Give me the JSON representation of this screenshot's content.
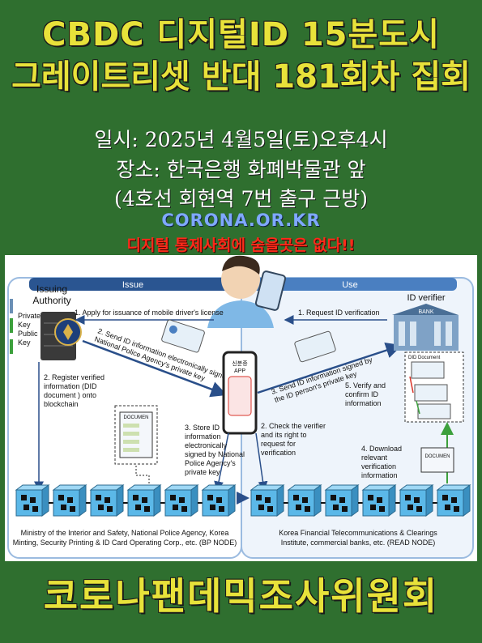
{
  "header": {
    "title_line1": "CBDC 디지털ID 15분도시",
    "title_line2": "그레이트리셋 반대 181회차 집회"
  },
  "event": {
    "date": "일시: 2025년 4월5일(토)오후4시",
    "place": "장소: 한국은행 화폐박물관 앞",
    "directions": "(4호선 회현역 7번 출구 근방)"
  },
  "site": "CORONA.OR.KR",
  "slogan": "디지털 통제사회에 숨을곳은 없다!!",
  "footer_title": "코로나팬데믹조사위원회",
  "diagram": {
    "issue_label": "Issue",
    "use_label": "Use",
    "issuing_authority": [
      "Issuing",
      "Authority"
    ],
    "private_key": [
      "Private",
      "Key"
    ],
    "public_key": [
      "Public",
      "Key"
    ],
    "id_verifier": "ID verifier",
    "bank_label": "BANK",
    "did_document_small": "DID Document",
    "documen_label": "DOCUMEN",
    "phone_label": [
      "신분증",
      "APP"
    ],
    "step1": "1. Apply for issuance of mobile driver's license",
    "step2": [
      "2. Send ID information electronically signed by",
      "National Police Agency's private key"
    ],
    "step2b": [
      "2. Register verified",
      "information (DID",
      "document ) onto",
      "blockchain"
    ],
    "step3": [
      "3. Store ID",
      "information",
      "electronically",
      "signed by National",
      "Police Agency's",
      "private key"
    ],
    "step2c": [
      "2. Check the verifier",
      "and its right to",
      "request for",
      "verification"
    ],
    "step_request": "1. Request ID verification",
    "step3b": [
      "3. Send ID information signed by",
      "the ID person's private key"
    ],
    "step5": [
      "5. Verify and",
      "confirm ID",
      "information"
    ],
    "step4": [
      "4. Download",
      "relevant",
      "verification",
      "information"
    ],
    "bp_node": [
      "Ministry of the Interior and Safety, National Police Agency, Korea",
      "Minting, Security Printing & ID Card Operating Corp., etc. (BP NODE)"
    ],
    "read_node": [
      "Korea Financial Telecommunications & Clearings",
      "Institute, commercial banks, etc. (READ NODE)"
    ],
    "colors": {
      "issue_header": "#2a5591",
      "use_header": "#4a7fc1",
      "block": "#5bb8e8",
      "arrow": "#2a4f8a",
      "line_red": "#d9342b",
      "line_green": "#3ca03c"
    }
  }
}
